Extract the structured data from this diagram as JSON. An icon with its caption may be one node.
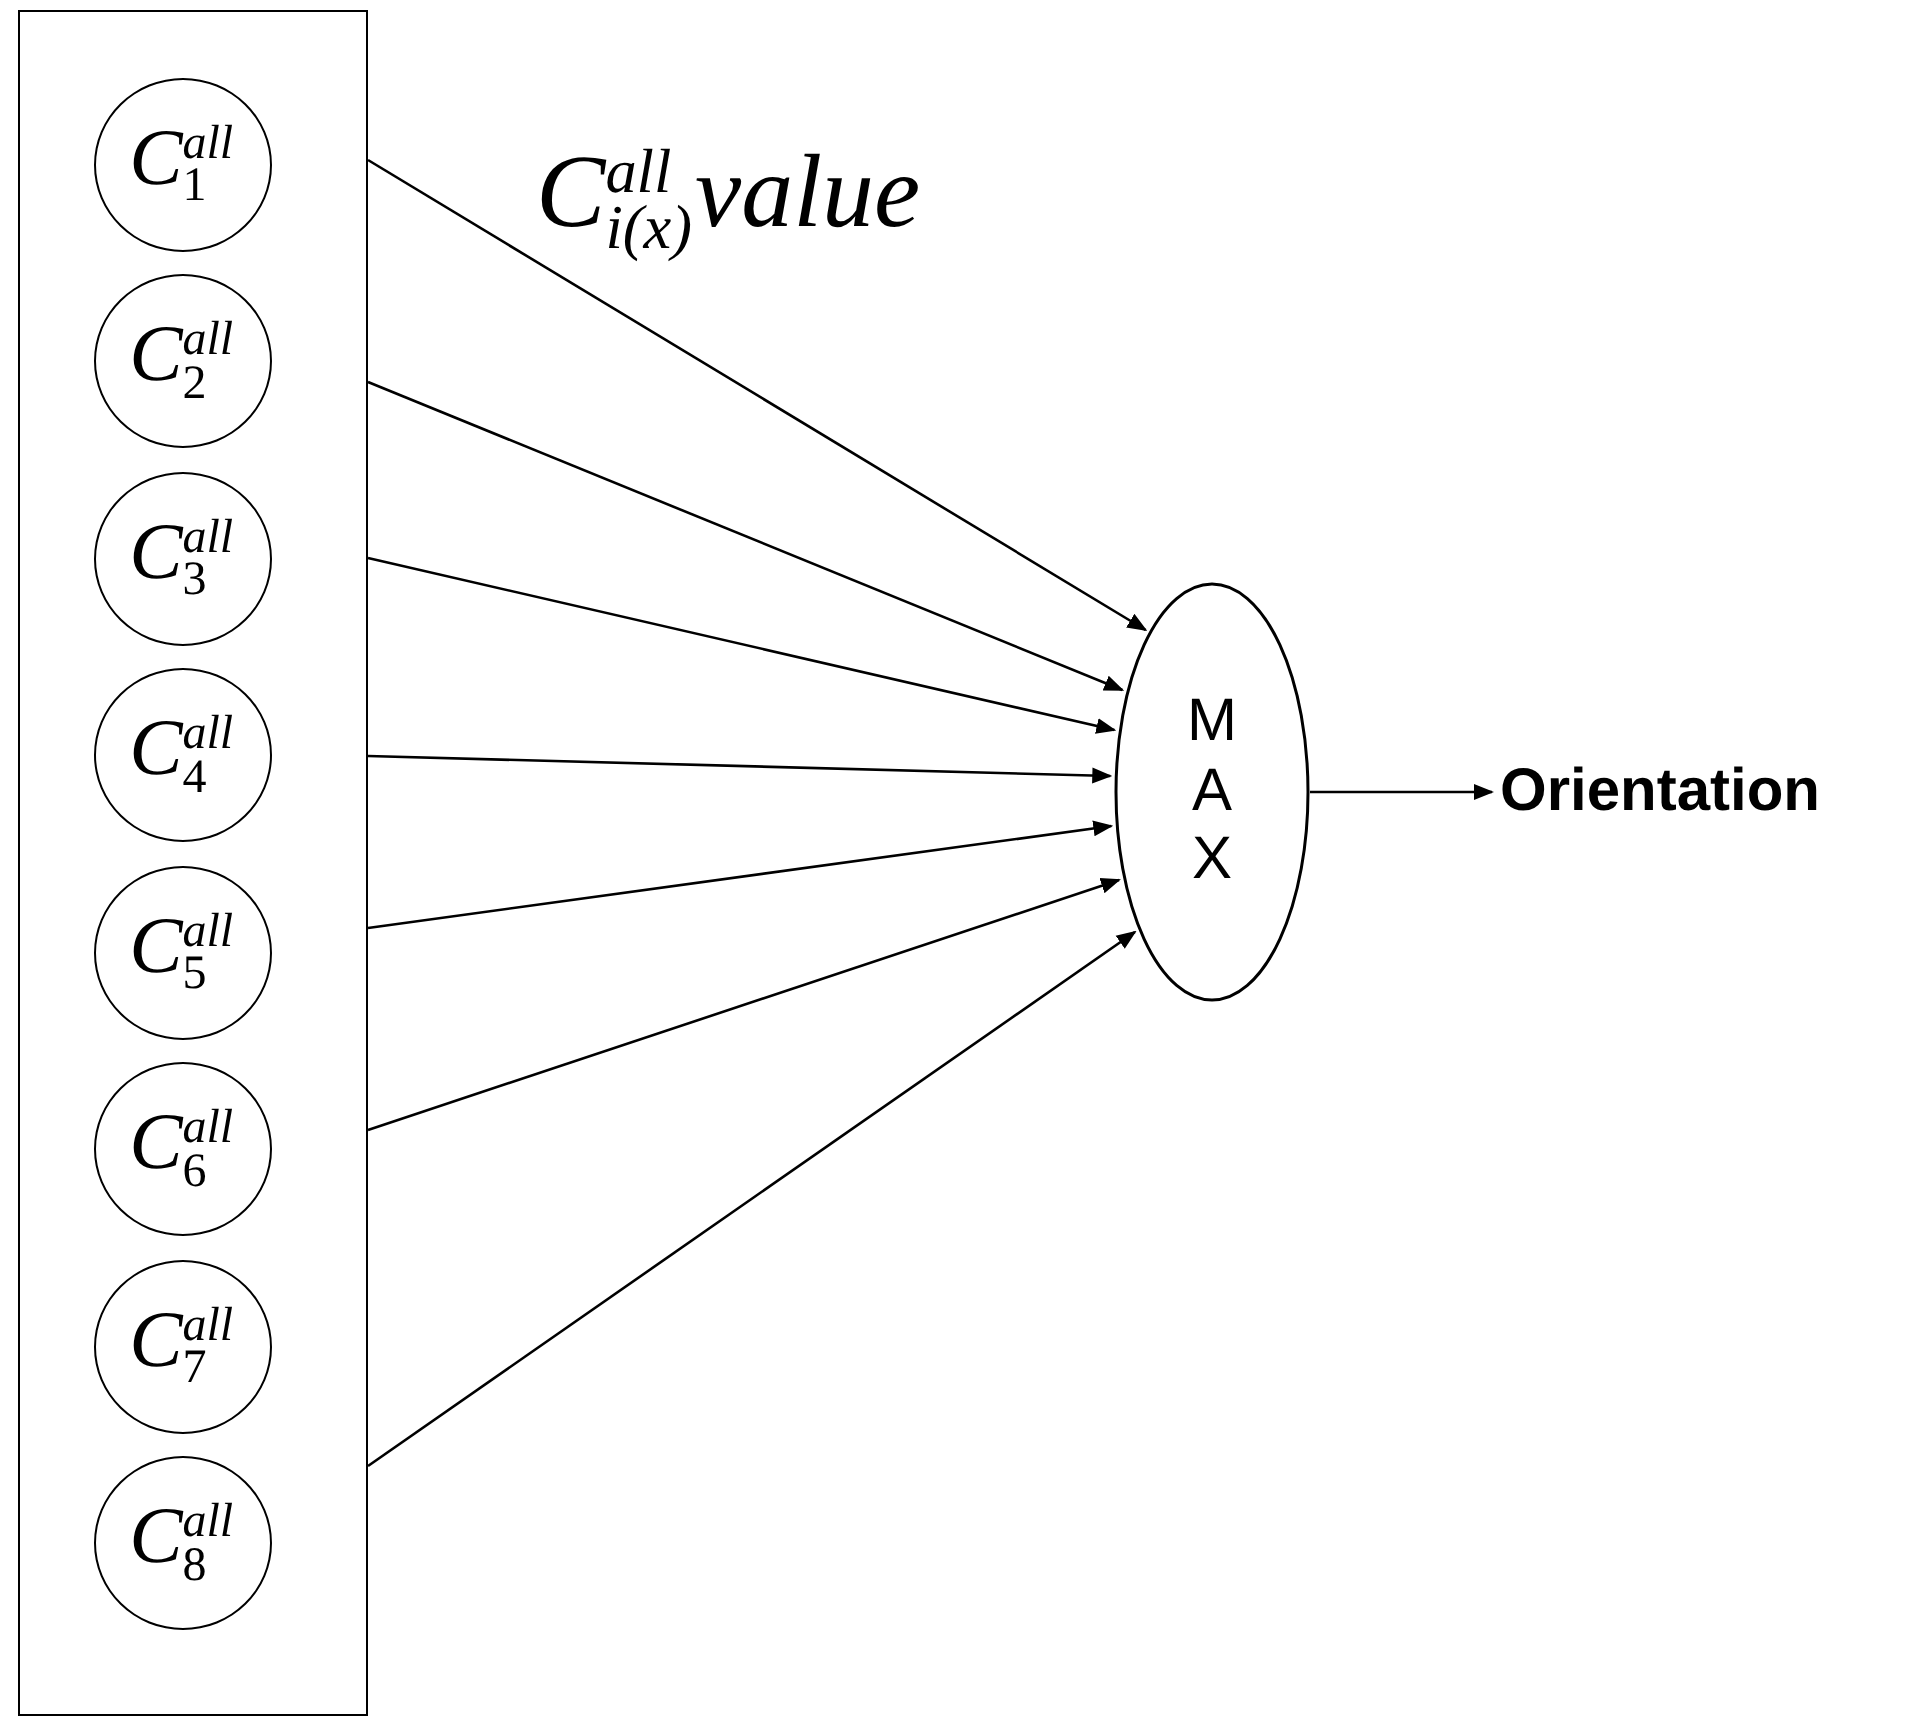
{
  "diagram": {
    "nodes": [
      {
        "text": [],
        "shape": "box"
      },
      {
        "text": [
          "C$^{all}$$_{1}$"
        ],
        "in": 0
      },
      {
        "text": [
          "C$^{all}$$_{2}$"
        ],
        "in": 0
      },
      {
        "text": [
          "C$^{all}$$_{3}$"
        ],
        "in": 0
      },
      {
        "text": [
          "C$^{all}$$_{4}$"
        ],
        "in": 0
      },
      {
        "text": [
          "C$^{all}$$_{5}$"
        ],
        "in": 0
      },
      {
        "text": [
          "C$^{all}$$_{6}$"
        ],
        "in": 0
      },
      {
        "text": [
          "C$^{all}$$_{7}$"
        ],
        "in": 0
      },
      {
        "text": [
          "C$^{all}$$_{8}$"
        ],
        "in": 0
      },
      {
        "text": [
          "M A X"
        ]
      },
      {
        "text": [
          "Orientation"
        ]
      }
    ],
    "edges": [
      {
        "from": 0,
        "to": 9,
        "arrow": "to",
        "label": "C$^{all}$$_{i(x)}$value"
      },
      {
        "from": 0,
        "to": 9,
        "arrow": "to"
      },
      {
        "from": 0,
        "to": 9,
        "arrow": "to"
      },
      {
        "from": 0,
        "to": 9,
        "arrow": "to"
      },
      {
        "from": 0,
        "to": 9,
        "arrow": "to"
      },
      {
        "from": 0,
        "to": 9,
        "arrow": "to"
      },
      {
        "from": 0,
        "to": 9,
        "arrow": "to"
      },
      {
        "from": 9,
        "to": 10,
        "arrow": "to"
      }
    ]
  }
}
